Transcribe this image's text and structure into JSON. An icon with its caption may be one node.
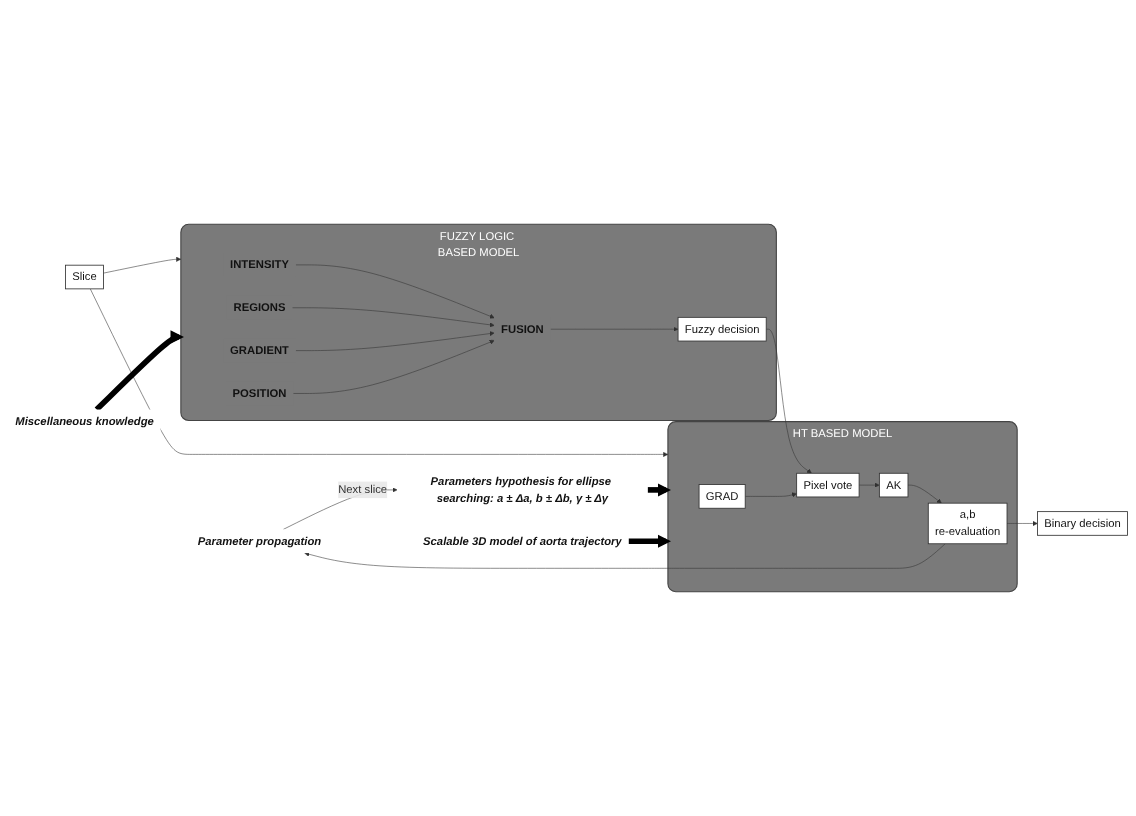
{
  "diagram": {
    "nodes": [
      {
        "text": [
          "Slice"
        ]
      },
      {
        "text": [
          "FUZZY LOGIC BASED MODEL"
        ]
      },
      {
        "text": [
          "INTENSITY"
        ],
        "in": 1
      },
      {
        "text": [
          "REGIONS"
        ],
        "in": 1
      },
      {
        "text": [
          "GRADIENT"
        ],
        "in": 1
      },
      {
        "text": [
          "POSITION"
        ],
        "in": 1
      },
      {
        "text": [
          "FUSION"
        ],
        "in": 1
      },
      {
        "text": [
          "Fuzzy decision"
        ],
        "in": 1
      },
      {
        "text": [
          "HT BASED MODEL"
        ]
      },
      {
        "text": [
          "GRAD"
        ],
        "in": 8
      },
      {
        "text": [
          "Pixel vote"
        ],
        "in": 8
      },
      {
        "text": [
          "AK"
        ],
        "in": 8
      },
      {
        "text": [
          "a,b",
          "re-evaluation"
        ],
        "in": 8
      },
      {
        "text": [
          "Binary decision"
        ]
      },
      {
        "text": [
          "Miscellaneous knowledge"
        ]
      },
      {
        "text": [
          "Parameters hypothesis for ellipse searching: a ± Δa, b ± Δb, γ ± Δγ"
        ]
      },
      {
        "text": [
          "Scalable 3D model of aorta trajectory"
        ]
      },
      {
        "text": [
          "Parameter propagation"
        ]
      }
    ],
    "edges": [
      {
        "from": 0,
        "to": 1,
        "arrow": "to"
      },
      {
        "from": 0,
        "to": 8,
        "arrow": "to"
      },
      {
        "from": 14,
        "to": 1,
        "arrow": "to",
        "style": "thick",
        "color": "#000000"
      },
      {
        "from": 2,
        "to": 6,
        "arrow": "to"
      },
      {
        "from": 3,
        "to": 6,
        "arrow": "to"
      },
      {
        "from": 4,
        "to": 6,
        "arrow": "to"
      },
      {
        "from": 5,
        "to": 6,
        "arrow": "to"
      },
      {
        "from": 6,
        "to": 7,
        "arrow": "to"
      },
      {
        "from": 7,
        "to": 10,
        "arrow": "to"
      },
      {
        "from": 9,
        "to": 10,
        "arrow": "to"
      },
      {
        "from": 10,
        "to": 11,
        "arrow": "to"
      },
      {
        "from": 11,
        "to": 12,
        "arrow": "to"
      },
      {
        "from": 12,
        "to": 13,
        "arrow": "to"
      },
      {
        "from": 15,
        "to": 8,
        "arrow": "to",
        "style": "thick",
        "color": "#000000"
      },
      {
        "from": 16,
        "to": 8,
        "arrow": "to",
        "style": "thick",
        "color": "#000000"
      },
      {
        "from": 12,
        "to": 17,
        "arrow": "to"
      },
      {
        "from": 17,
        "to": 15,
        "arrow": "to",
        "label": "Next slice"
      }
    ]
  }
}
